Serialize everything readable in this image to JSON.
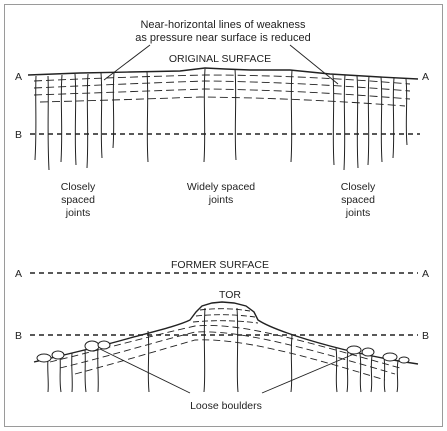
{
  "annotation_top": {
    "line1": "Near-horizontal lines of weakness",
    "line2": "as pressure near surface is reduced"
  },
  "top_panel": {
    "surface_label": "ORIGINAL SURFACE",
    "level_a_left": "A",
    "level_a_right": "A",
    "level_b_left": "B",
    "joint_labels": {
      "left": [
        "Closely",
        "spaced",
        "joints"
      ],
      "middle": [
        "Widely spaced",
        "joints"
      ],
      "right": [
        "Closely",
        "spaced",
        "joints"
      ]
    }
  },
  "bottom_panel": {
    "surface_label": "FORMER SURFACE",
    "level_a_left": "A",
    "level_a_right": "A",
    "level_b_left": "B",
    "level_b_right": "B",
    "tor_label": "TOR",
    "boulders_label": "Loose boulders"
  },
  "colors": {
    "ink": "#222222",
    "background": "#ffffff",
    "border": "#9a9a9a"
  }
}
